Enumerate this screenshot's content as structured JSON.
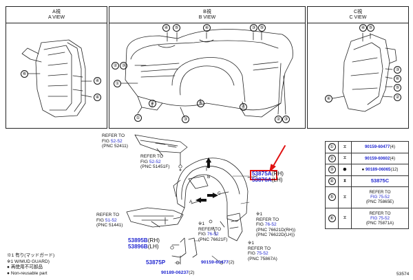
{
  "views": [
    {
      "title_ja": "A視",
      "title_en": "A VIEW"
    },
    {
      "title_ja": "B視",
      "title_en": "B VIEW"
    },
    {
      "title_ja": "C視",
      "title_en": "C VIEW"
    }
  ],
  "callouts": [
    "①",
    "②",
    "③",
    "④",
    "⑤",
    "⑥"
  ],
  "refs": [
    {
      "refer": "REFER TO",
      "fig_label": "FIG",
      "fig": "52-52",
      "pnc": "(PNC 52411)"
    },
    {
      "refer": "REFER TO",
      "fig_label": "FIG",
      "fig": "52-52",
      "pnc": "(PNC 51451F)"
    },
    {
      "refer": "REFER TO",
      "fig_label": "FIG",
      "fig": "51-52",
      "pnc": "(PNC 51441)"
    },
    {
      "refer": "REFER TO",
      "fig_label": "FIG",
      "fig": "76-52",
      "pnc1": "(PNC 76621D(RH))",
      "pnc2": "(PNC 76622D(LH))",
      "note": "※1"
    },
    {
      "refer": "REFER TO",
      "fig_label": "FIG",
      "fig": "76-52",
      "pnc": "(PNC 76621F)",
      "note": "※1"
    },
    {
      "refer": "REFER TO",
      "fig_label": "FIG",
      "fig": "75-52",
      "pnc": "(PNC 75867A)",
      "note": "※1"
    }
  ],
  "parts": {
    "main_rh": "53875A",
    "main_rh_side": "(RH)",
    "main_lh": "53876A",
    "main_lh_side": "(LH)",
    "part_b_rh": "53895B",
    "part_b_rh_side": "(RH)",
    "part_b_lh": "53896B",
    "part_b_lh_side": "(LH)",
    "part_p": "53875P",
    "clip_1": "90159-60477",
    "clip_1_qty": "(2)",
    "clip_2": "90189-06237",
    "clip_2_qty": "(2)"
  },
  "arrow_labels": [
    "A",
    "B",
    "C"
  ],
  "legend": {
    "rows": [
      {
        "num": "①",
        "part": "90159-60477",
        "qty": "(4)"
      },
      {
        "num": "②",
        "part": "90159-60602",
        "qty": "(4)"
      },
      {
        "num": "③",
        "part": "90189-06065",
        "qty": "(12)",
        "bullet": "●"
      },
      {
        "num": "④",
        "part": "53875C",
        "qty": ""
      },
      {
        "num": "⑤",
        "refer": "REFER TO",
        "fig": "FIG 75-52",
        "pnc": "(PNC 75865E)"
      },
      {
        "num": "⑥",
        "refer": "REFER TO",
        "fig": "FIG 75-52",
        "pnc": "(PNC 75871A)"
      }
    ]
  },
  "notes": [
    "※1 有り(マッドガード)",
    "※1 W/MUD GUARD)",
    "● 再使用不可部品",
    "● Non-reusable part"
  ],
  "footer_code": "53574",
  "colors": {
    "highlight": "#e01212",
    "part_number": "#2228d0"
  }
}
